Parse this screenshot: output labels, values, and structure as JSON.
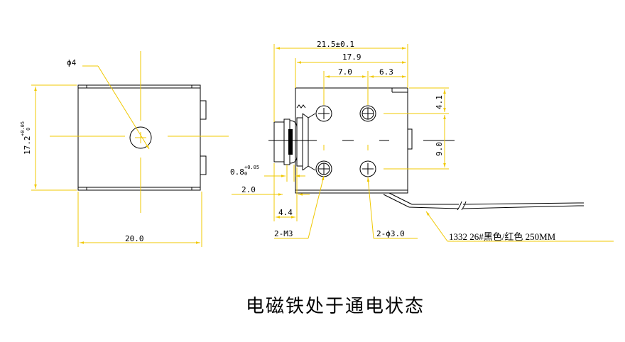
{
  "front_view": {
    "hole_label": "ϕ4",
    "height_label": "17.2",
    "height_tol_upper": "+0.05",
    "height_tol_lower": "0",
    "width_label": "20.0"
  },
  "side_view": {
    "overall_length": "21.5±0.1",
    "body_length": "17.9",
    "hole_spacing_left": "7.0",
    "hole_spacing_right": "6.3",
    "top_offset": "4.1",
    "vertical_spacing": "9.0",
    "shaft_gap": "0.8",
    "shaft_gap_tol_upper": "+0.05",
    "shaft_gap_tol_lower": "0",
    "plunger_offset": "2.0",
    "plunger_length": "4.4",
    "thread_label": "2-M3",
    "hole_label": "2-ϕ3.0",
    "wire_label": "1332 26#黑色/红色   250MM"
  },
  "caption": "电磁铁处于通电状态",
  "colors": {
    "dimension": "#f0c800",
    "outline": "#000000",
    "background": "#ffffff"
  }
}
